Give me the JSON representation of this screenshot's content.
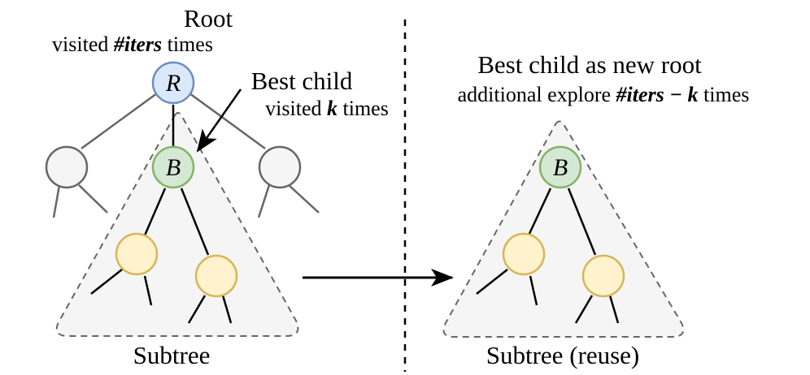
{
  "left": {
    "root_title": "Root",
    "root_sub": {
      "pre": "visited ",
      "math": "#iters",
      "post": " times"
    },
    "root_node": "R",
    "best_child_title": "Best child",
    "best_child_sub": {
      "pre": "visited ",
      "math": "k",
      "post": " times"
    },
    "best_node": "B",
    "subtree_label": "Subtree"
  },
  "right": {
    "title": "Best child as new root",
    "sub": {
      "pre": "additional explore ",
      "math": "#iters − k",
      "post": " times"
    },
    "best_node": "B",
    "subtree_label": "Subtree (reuse)"
  },
  "colors": {
    "root_fill": "#dae8fc",
    "root_stroke": "#6c8ebf",
    "best_fill": "#d5e8d4",
    "best_stroke": "#82b366",
    "yellow_fill": "#fff2cc",
    "yellow_stroke": "#d6b656",
    "gray_fill": "#f5f5f5",
    "gray_stroke": "#666666",
    "subtree_fill": "#f5f5f5",
    "subtree_stroke": "#666666"
  }
}
